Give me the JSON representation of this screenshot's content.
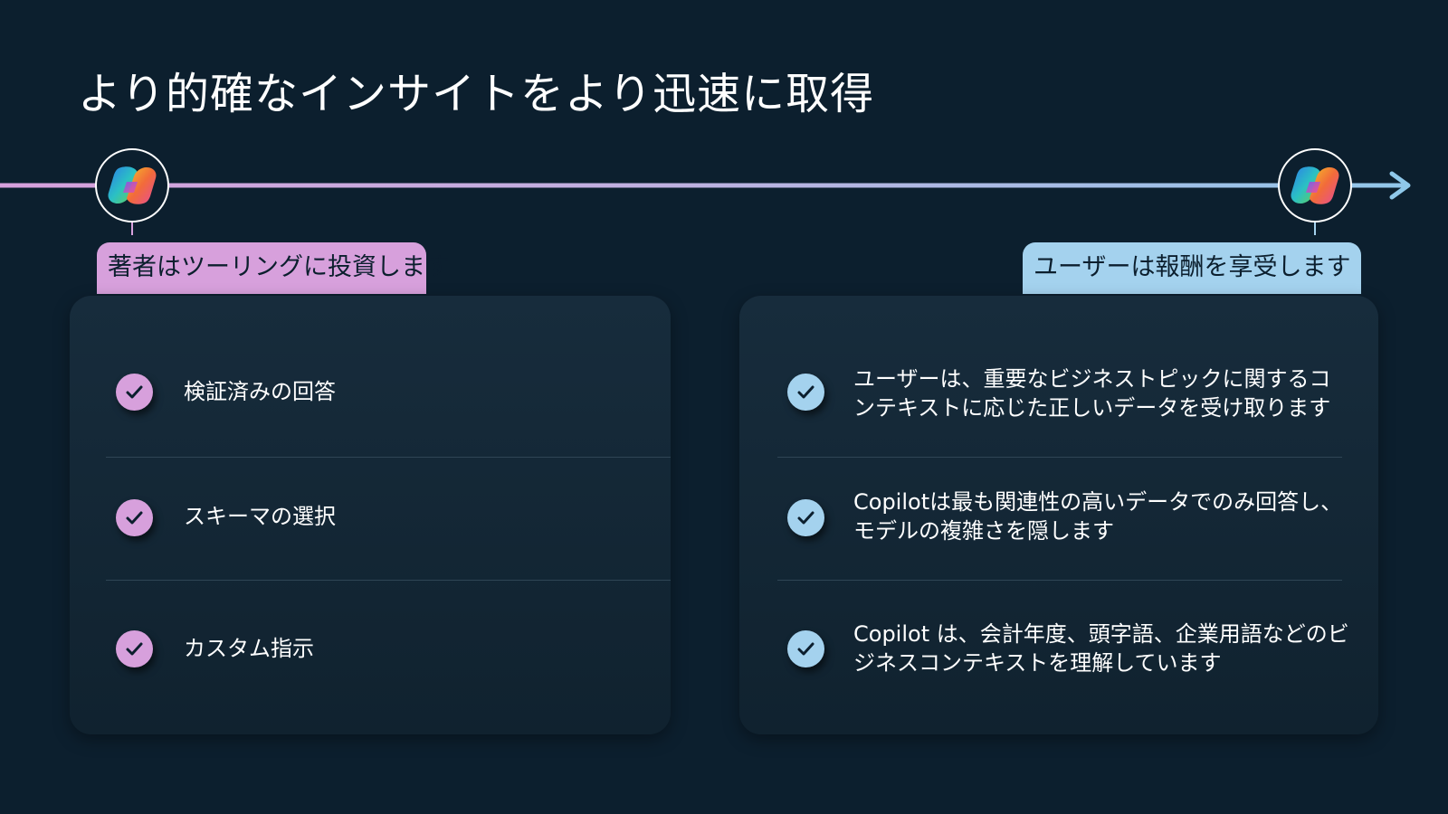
{
  "title": "より的確なインサイトをより迅速に取得",
  "colors": {
    "background": "#0c1f2e",
    "pink": "#d7a0dc",
    "blue": "#a4d2ee"
  },
  "left_panel": {
    "badge": "著者はツーリングに投資します",
    "items": [
      {
        "text": "検証済みの回答"
      },
      {
        "text": "スキーマの選択"
      },
      {
        "text": "カスタム指示"
      }
    ]
  },
  "right_panel": {
    "badge": "ユーザーは報酬を享受します",
    "items": [
      {
        "text": "ユーザーは、重要なビジネストピックに関するコンテキストに応じた正しいデータを受け取ります"
      },
      {
        "text": "Copilotは最も関連性の高いデータでのみ回答し、モデルの複雑さを隠します"
      },
      {
        "text": "Copilot は、会計年度、頭字語、企業用語などのビジネスコンテキストを理解しています"
      }
    ]
  },
  "icons": {
    "timeline_start": "copilot-logo-icon",
    "timeline_end": "copilot-logo-icon",
    "timeline_arrow": "arrow-right-icon",
    "item_marker": "checkmark-icon"
  }
}
